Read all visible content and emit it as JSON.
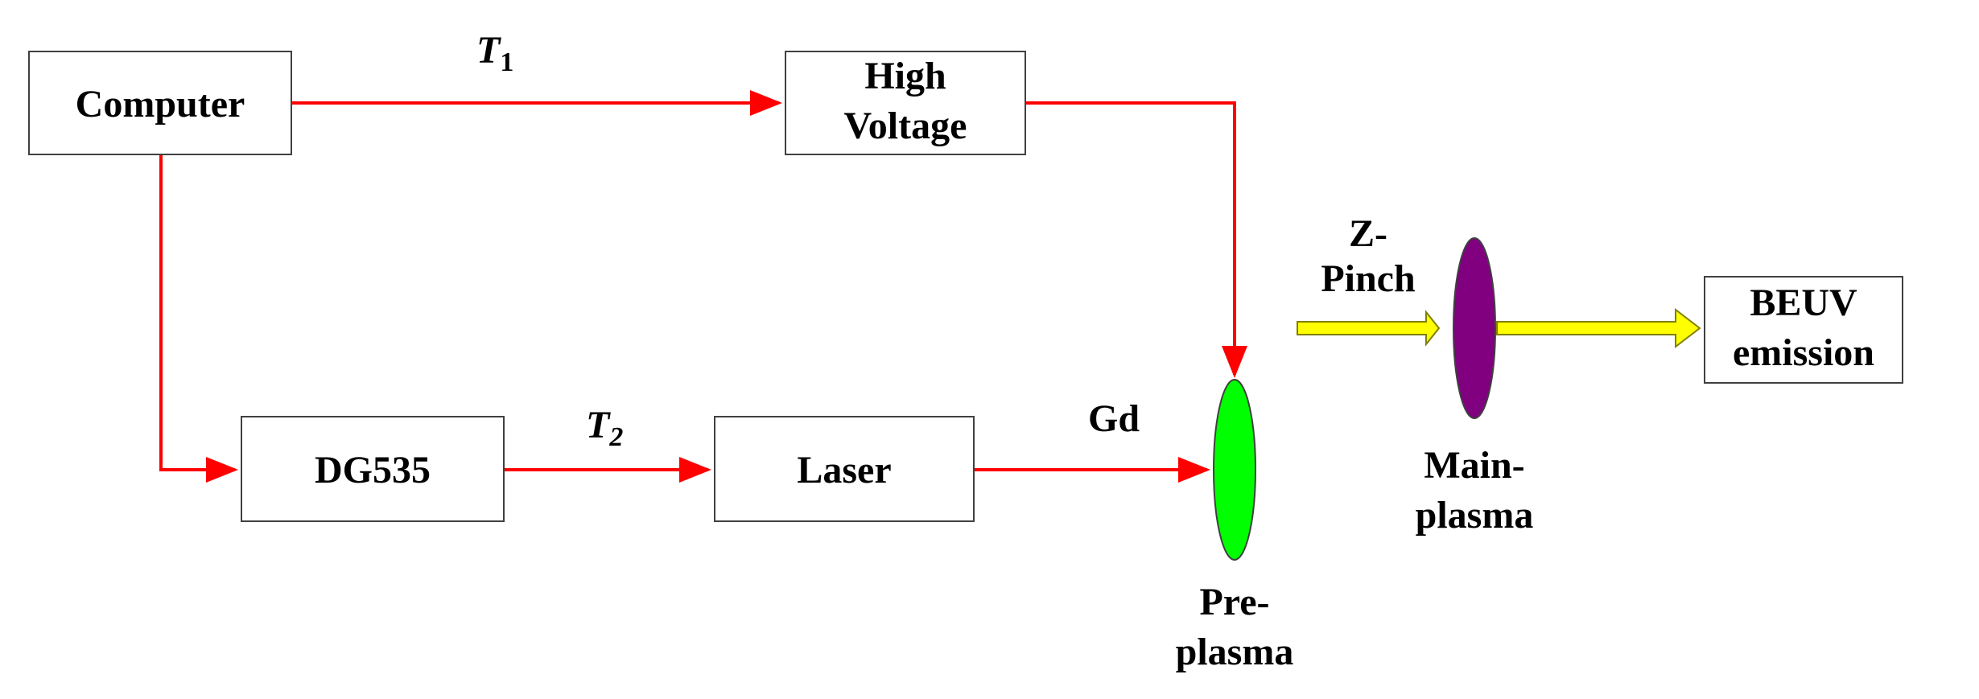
{
  "nodes": {
    "computer": "Computer",
    "high_voltage": [
      "High",
      "Voltage"
    ],
    "dg535": "DG535",
    "laser": "Laser",
    "beuv": [
      "BEUV",
      "emission"
    ]
  },
  "edge_labels": {
    "t1_main": "T",
    "t1_sub": "1",
    "t2_main": "T",
    "t2_sub": "2",
    "gd": "Gd",
    "zpinch": [
      "Z-",
      "Pinch"
    ]
  },
  "plasma_labels": {
    "pre": [
      "Pre-",
      "plasma"
    ],
    "main": [
      "Main-",
      "plasma"
    ]
  },
  "colors": {
    "arrow_red": "#ff0000",
    "arrow_yellow": "#ffff00",
    "preplasma": "#00ff00",
    "mainplasma": "#800080"
  }
}
